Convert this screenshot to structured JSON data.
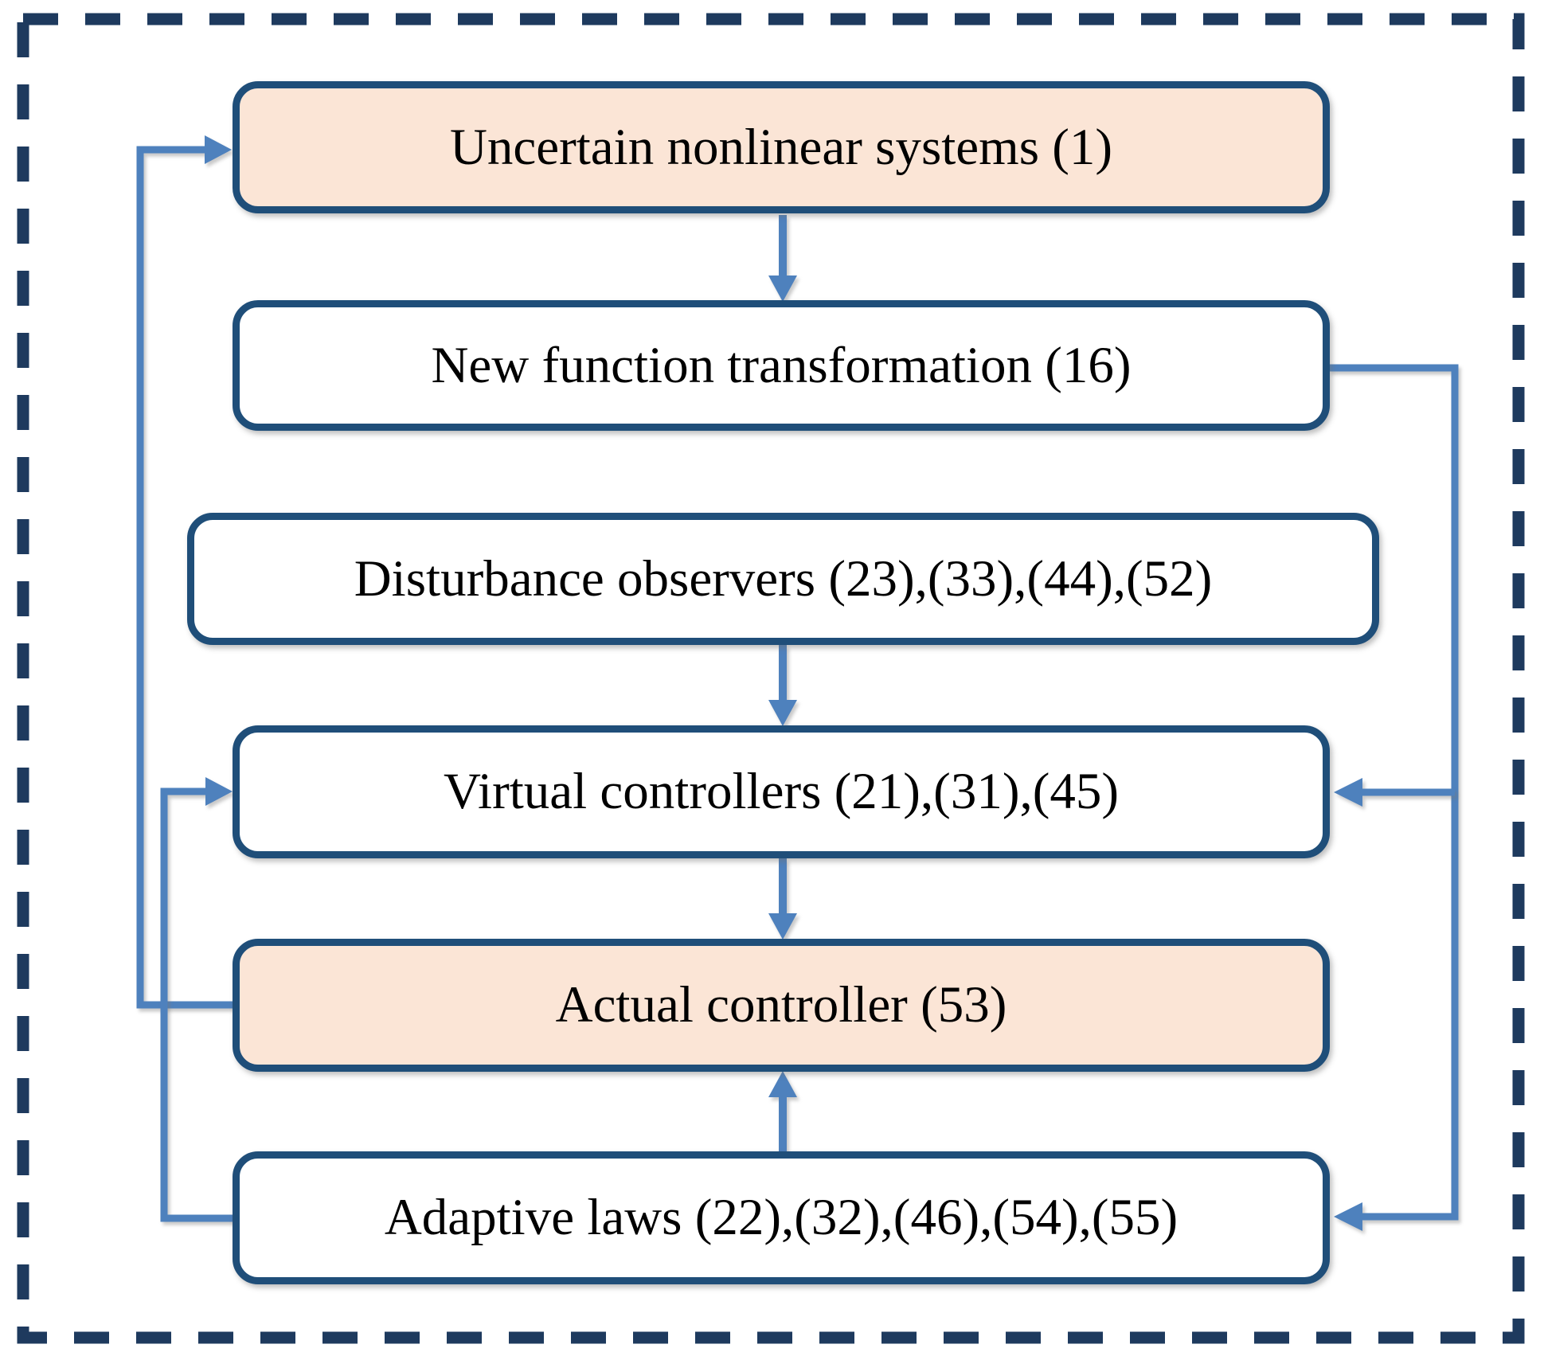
{
  "nodes": [
    {
      "id": "uncertain-nonlinear-systems",
      "label": "Uncertain nonlinear systems (1)",
      "fill": "#FBE5D6"
    },
    {
      "id": "new-function-transformation",
      "label": "New function transformation (16)",
      "fill": "#FFFFFF"
    },
    {
      "id": "disturbance-observers",
      "label": "Disturbance observers (23),(33),(44),(52)",
      "fill": "#FFFFFF"
    },
    {
      "id": "virtual-controllers",
      "label": "Virtual controllers (21),(31),(45)",
      "fill": "#FFFFFF"
    },
    {
      "id": "actual-controller",
      "label": "Actual controller (53)",
      "fill": "#FBE5D6"
    },
    {
      "id": "adaptive-laws",
      "label": "Adaptive laws (22),(32),(46),(54),(55)",
      "fill": "#FFFFFF"
    }
  ],
  "edges": [
    {
      "from": "uncertain-nonlinear-systems",
      "to": "new-function-transformation",
      "route": "straight-down"
    },
    {
      "from": "disturbance-observers",
      "to": "virtual-controllers",
      "route": "straight-down"
    },
    {
      "from": "virtual-controllers",
      "to": "actual-controller",
      "route": "straight-down"
    },
    {
      "from": "adaptive-laws",
      "to": "actual-controller",
      "route": "straight-up"
    },
    {
      "from": "actual-controller",
      "to": "uncertain-nonlinear-systems",
      "route": "left-feedback-loop"
    },
    {
      "from": "adaptive-laws",
      "to": "virtual-controllers",
      "route": "left-feedback-loop"
    },
    {
      "from": "new-function-transformation",
      "to": "virtual-controllers",
      "route": "right-feedback-loop"
    },
    {
      "from": "new-function-transformation",
      "to": "adaptive-laws",
      "route": "right-feedback-loop"
    }
  ],
  "colors": {
    "box_border": "#1F4E79",
    "arrow_blue": "#4E81BD",
    "dashed_frame": "#1E3A5E",
    "peach_fill": "#FBE5D6",
    "white_fill": "#FFFFFF",
    "text": "#000000"
  }
}
